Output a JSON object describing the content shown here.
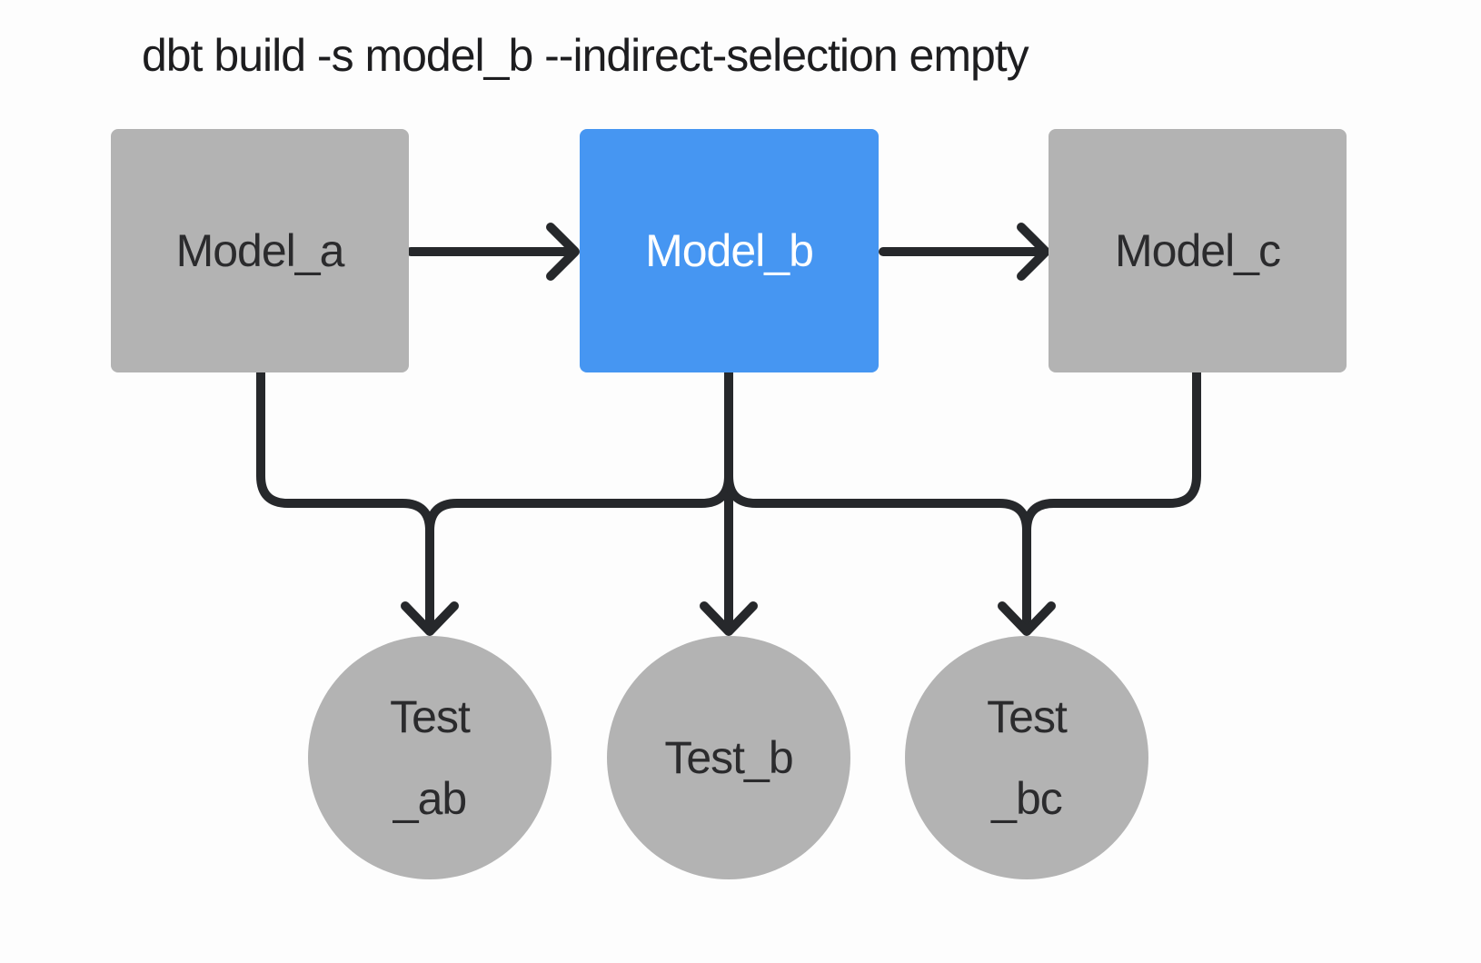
{
  "title": "dbt build -s model_b --indirect-selection empty",
  "colors": {
    "background": "#fdfdfd",
    "node_default": "#b3b3b3",
    "node_selected": "#4696f2",
    "edge": "#26282b",
    "title_text": "#1d1d1f",
    "node_text_dark": "#2b2b2d",
    "node_text_light": "#ffffff"
  },
  "nodes": {
    "model_a": {
      "label": "Model_a",
      "type": "model",
      "selected": false
    },
    "model_b": {
      "label": "Model_b",
      "type": "model",
      "selected": true
    },
    "model_c": {
      "label": "Model_c",
      "type": "model",
      "selected": false
    },
    "test_ab": {
      "lines": [
        "Test",
        "_ab"
      ],
      "type": "test"
    },
    "test_b": {
      "lines": [
        "Test_b"
      ],
      "type": "test"
    },
    "test_bc": {
      "lines": [
        "Test",
        "_bc"
      ],
      "type": "test"
    }
  },
  "edges": [
    {
      "from": "model_a",
      "to": "model_b"
    },
    {
      "from": "model_b",
      "to": "model_c"
    },
    {
      "from": "model_a",
      "to": "test_ab"
    },
    {
      "from": "model_b",
      "to": "test_ab"
    },
    {
      "from": "model_b",
      "to": "test_b"
    },
    {
      "from": "model_b",
      "to": "test_bc"
    },
    {
      "from": "model_c",
      "to": "test_bc"
    }
  ]
}
